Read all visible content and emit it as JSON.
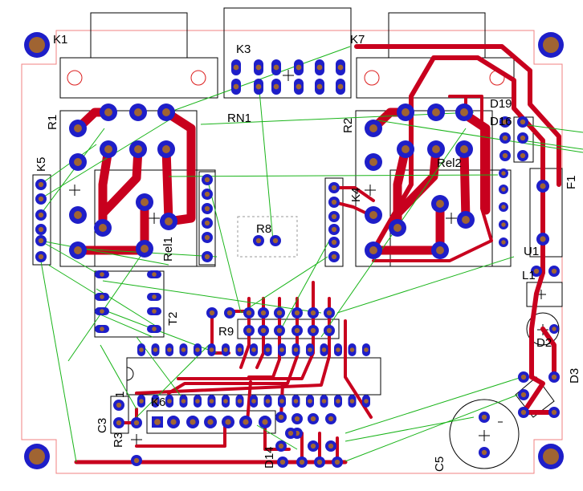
{
  "colors": {
    "background": "#ffffff",
    "board_outline": "#f08080",
    "silkscreen": "#000000",
    "trace": "#c8001e",
    "pad": "#1e1ec8",
    "pad_hole": "#a06432",
    "ratsnest": "#19b419",
    "hole_marker": "#dc1e1e"
  },
  "labels": {
    "k1": "K1",
    "k3": "K3",
    "k7": "K7",
    "k5": "K5",
    "k4": "K4",
    "r1": "R1",
    "r2": "R2",
    "rn1": "RN1",
    "r8": "R8",
    "r9": "R9",
    "r3": "R3",
    "rel1": "Rel1",
    "rel2": "Rel2",
    "d19": "D19",
    "d16": "D16",
    "f1": "F1",
    "u1": "U1",
    "l1": "L1",
    "t2": "T2",
    "d3": "D3",
    "d2": "D2",
    "d14": "D14",
    "k6": "K6",
    "c3": "C3",
    "c5": "C5",
    "c1": "1"
  },
  "icons": {
    "mounting_hole": "mounting-hole-icon",
    "polarity_plus": "plus-icon",
    "polarity_minus": "minus-icon"
  }
}
